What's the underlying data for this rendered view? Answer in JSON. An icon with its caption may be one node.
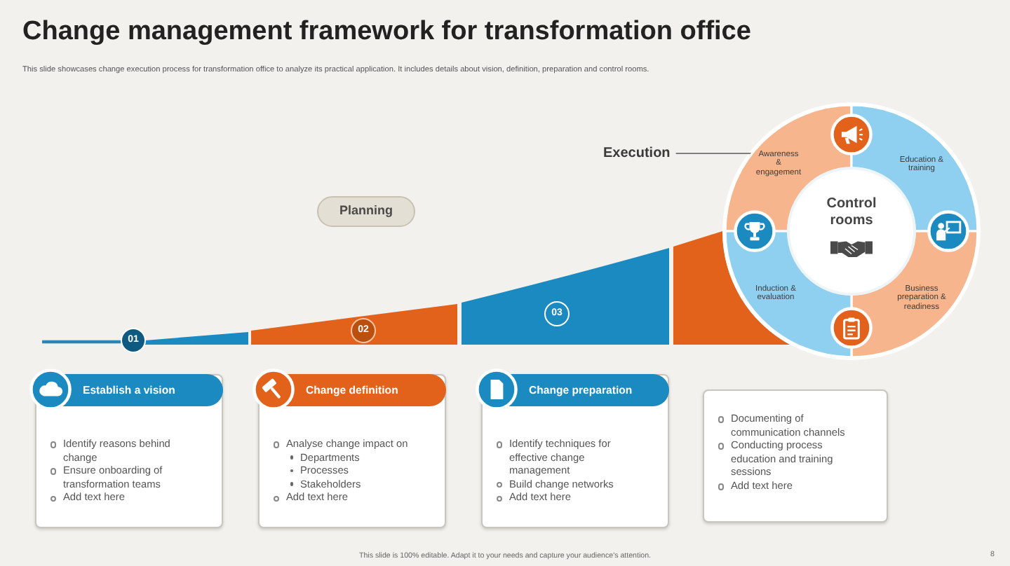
{
  "diagram": {
    "title": "Change management framework for transformation office",
    "caption": "This slide showcases change execution process for transformation office to analyze its practical application. It includes details about vision, definition, preparation and control rooms.",
    "nodes": [
      {
        "text": [
          "Execution"
        ]
      },
      {
        "text": [
          "Awareness & engagement"
        ]
      },
      {
        "text": [
          "Education & training"
        ]
      },
      {
        "text": [
          "Business preparation & readiness"
        ]
      },
      {
        "text": [
          "Induction & evaluation"
        ]
      },
      {
        "text": [
          "Control rooms"
        ]
      },
      {
        "text": [
          "Planning"
        ]
      },
      {
        "text": [
          "01"
        ]
      },
      {
        "text": [
          "02"
        ]
      },
      {
        "text": [
          "03"
        ]
      },
      {
        "text": [
          "Establish a vision",
          "Identify reasons behind change",
          "Ensure onboarding of transformation teams",
          "Add text here"
        ]
      },
      {
        "text": [
          "Change definition",
          "Analyse change impact on",
          "Departments",
          "Processes",
          "Stakeholders",
          "Add text here"
        ]
      },
      {
        "text": [
          "Change preparation",
          "Identify techniques for effective change management",
          "Build change networks",
          "Add text here"
        ]
      },
      {
        "text": [
          "Documenting of communication channels",
          "Conducting process education and training sessions",
          "Add text here"
        ]
      }
    ],
    "edges": [
      {
        "from": 0,
        "to": 1,
        "arrow": "none"
      }
    ],
    "labels": [
      "This slide is 100% editable. Adapt it to your needs and capture your audience's attention.",
      "8"
    ]
  }
}
